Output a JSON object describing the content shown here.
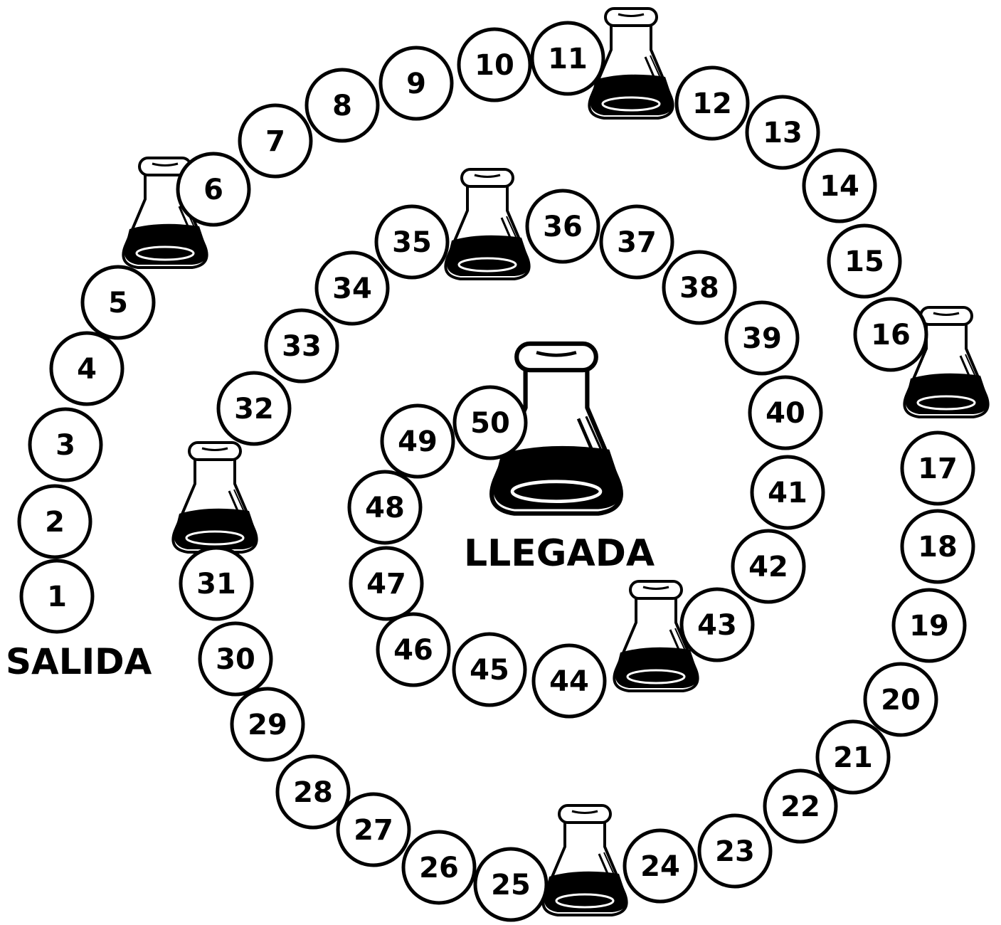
{
  "board": {
    "start_label": "SALIDA",
    "finish_label": "LLEGADA",
    "spaces": [
      {
        "number": "1"
      },
      {
        "number": "2"
      },
      {
        "number": "3"
      },
      {
        "number": "4"
      },
      {
        "number": "5"
      },
      {
        "number": "6"
      },
      {
        "number": "7"
      },
      {
        "number": "8"
      },
      {
        "number": "9"
      },
      {
        "number": "10"
      },
      {
        "number": "11"
      },
      {
        "number": "12"
      },
      {
        "number": "13"
      },
      {
        "number": "14"
      },
      {
        "number": "15"
      },
      {
        "number": "16"
      },
      {
        "number": "17"
      },
      {
        "number": "18"
      },
      {
        "number": "19"
      },
      {
        "number": "20"
      },
      {
        "number": "21"
      },
      {
        "number": "22"
      },
      {
        "number": "23"
      },
      {
        "number": "24"
      },
      {
        "number": "25"
      },
      {
        "number": "26"
      },
      {
        "number": "27"
      },
      {
        "number": "28"
      },
      {
        "number": "29"
      },
      {
        "number": "30"
      },
      {
        "number": "31"
      },
      {
        "number": "32"
      },
      {
        "number": "33"
      },
      {
        "number": "34"
      },
      {
        "number": "35"
      },
      {
        "number": "36"
      },
      {
        "number": "37"
      },
      {
        "number": "38"
      },
      {
        "number": "39"
      },
      {
        "number": "40"
      },
      {
        "number": "41"
      },
      {
        "number": "42"
      },
      {
        "number": "43"
      },
      {
        "number": "44"
      },
      {
        "number": "45"
      },
      {
        "number": "46"
      },
      {
        "number": "47"
      },
      {
        "number": "48"
      },
      {
        "number": "49"
      },
      {
        "number": "50"
      }
    ],
    "flask_icon": "erlenmeyer-flask-icon"
  },
  "colors": {
    "ink": "#000000",
    "paper": "#ffffff"
  }
}
